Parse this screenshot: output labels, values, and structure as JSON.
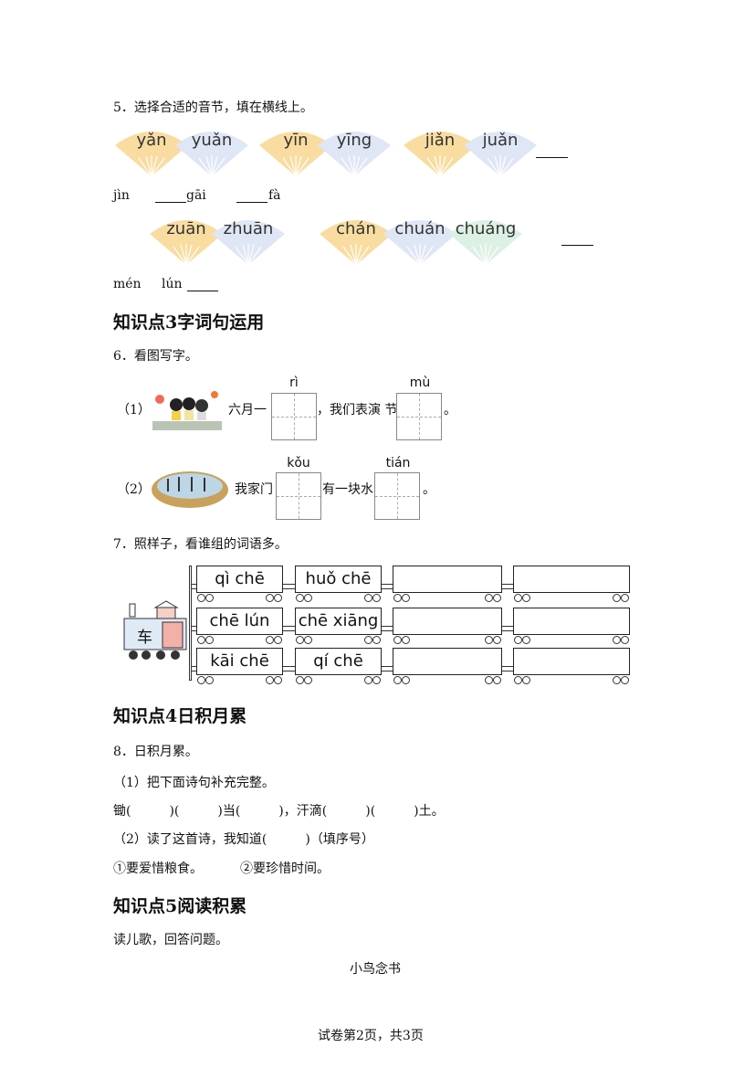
{
  "q5": {
    "title": "5．选择合适的音节，填在横线上。",
    "row1_fans": [
      {
        "text": "yǎn",
        "color": "#f9dca0"
      },
      {
        "text": "yuǎn",
        "color": "#dfe6f5"
      },
      {
        "text": "yīn",
        "color": "#f9dca0"
      },
      {
        "text": "yīng",
        "color": "#dfe6f5"
      },
      {
        "text": "jiǎn",
        "color": "#f9dca0"
      },
      {
        "text": "juǎn",
        "color": "#dfe6f5"
      }
    ],
    "row1_words": [
      "jìn",
      "gāi",
      "fà"
    ],
    "row2_fans": [
      {
        "text": "zuān",
        "color": "#f9dca0"
      },
      {
        "text": "zhuān",
        "color": "#dfe6f5"
      },
      {
        "text": "chán",
        "color": "#f9dca0"
      },
      {
        "text": "chuán",
        "color": "#dfe6f5"
      },
      {
        "text": "chuáng",
        "color": "#dcf0e4"
      }
    ],
    "row2_words": [
      "mén",
      "lún"
    ]
  },
  "section3": "知识点3字词句运用",
  "q6": {
    "title": "6．看图写字。",
    "items": [
      {
        "num": "（1）",
        "parts": [
          "六月一",
          "，我们表演 节",
          "。"
        ],
        "pinyin": [
          "rì",
          "mù"
        ]
      },
      {
        "num": "（2）",
        "parts": [
          "我家门",
          "有一块水",
          "。"
        ],
        "pinyin": [
          "kǒu",
          "tián"
        ]
      }
    ]
  },
  "q7": {
    "title": "7．照样子，看谁组的词语多。",
    "engine": "车",
    "cars": [
      [
        "qì chē",
        "huǒ chē",
        "",
        ""
      ],
      [
        "chē lún",
        "chē xiāng",
        "",
        ""
      ],
      [
        "kāi chē",
        "qí chē",
        "",
        ""
      ]
    ]
  },
  "section4": "知识点4日积月累",
  "q8": {
    "title": "8．日积月累。",
    "sub1": "（1）把下面诗句补充完整。",
    "poem": "锄(　　　)(　　　)当(　　　)，汗滴(　　　)(　　　)土。",
    "sub2": "（2）读了这首诗，我知道(　　　)（填序号）",
    "options": [
      "①要爱惜粮食。",
      "②要珍惜时间。"
    ]
  },
  "section5": "知识点5阅读积累",
  "reading": {
    "intro": "读儿歌，回答问题。",
    "poem_title": "小鸟念书"
  },
  "footer": "试卷第2页，共3页"
}
